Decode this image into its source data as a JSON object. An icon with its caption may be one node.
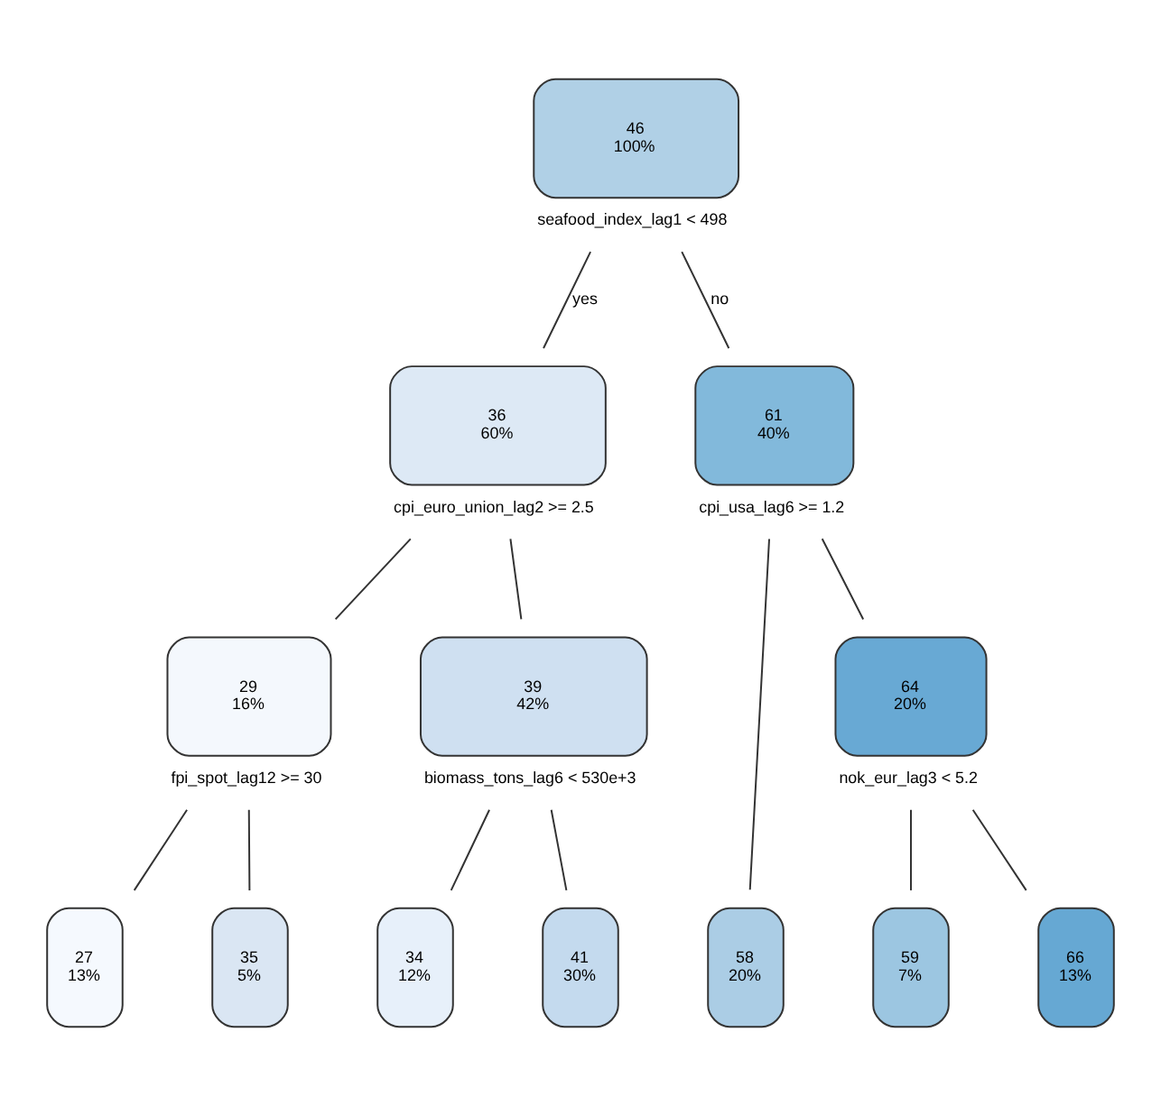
{
  "diagram": {
    "nodes": [
      {
        "text": [
          "46",
          "100%"
        ],
        "beside": [
          "seafood_index_lag1 < 498"
        ]
      },
      {
        "text": [
          "36",
          "60%"
        ],
        "beside": [
          "cpi_euro_union_lag2 >= 2.5"
        ]
      },
      {
        "text": [
          "61",
          "40%"
        ],
        "beside": [
          "cpi_usa_lag6 >= 1.2"
        ]
      },
      {
        "text": [
          "29",
          "16%"
        ],
        "beside": [
          "fpi_spot_lag12 >= 30"
        ]
      },
      {
        "text": [
          "39",
          "42%"
        ],
        "beside": [
          "biomass_tons_lag6 < 530e+3"
        ]
      },
      {
        "text": [
          "64",
          "20%"
        ],
        "beside": [
          "nok_eur_lag3 < 5.2"
        ]
      },
      {
        "text": [
          "27",
          "13%"
        ]
      },
      {
        "text": [
          "35",
          "5%"
        ]
      },
      {
        "text": [
          "34",
          "12%"
        ]
      },
      {
        "text": [
          "41",
          "30%"
        ]
      },
      {
        "text": [
          "58",
          "20%"
        ]
      },
      {
        "text": [
          "59",
          "7%"
        ]
      },
      {
        "text": [
          "66",
          "13%"
        ]
      }
    ],
    "edges": [
      {
        "from": 0,
        "to": 1,
        "arrow": "none",
        "label": "yes"
      },
      {
        "from": 0,
        "to": 2,
        "arrow": "none",
        "label": "no"
      },
      {
        "from": 1,
        "to": 3,
        "arrow": "none"
      },
      {
        "from": 1,
        "to": 4,
        "arrow": "none"
      },
      {
        "from": 2,
        "to": 10,
        "arrow": "none"
      },
      {
        "from": 2,
        "to": 5,
        "arrow": "none"
      },
      {
        "from": 3,
        "to": 6,
        "arrow": "none"
      },
      {
        "from": 3,
        "to": 7,
        "arrow": "none"
      },
      {
        "from": 4,
        "to": 8,
        "arrow": "none"
      },
      {
        "from": 4,
        "to": 9,
        "arrow": "none"
      },
      {
        "from": 5,
        "to": 11,
        "arrow": "none"
      },
      {
        "from": 5,
        "to": 12,
        "arrow": "none"
      }
    ]
  }
}
